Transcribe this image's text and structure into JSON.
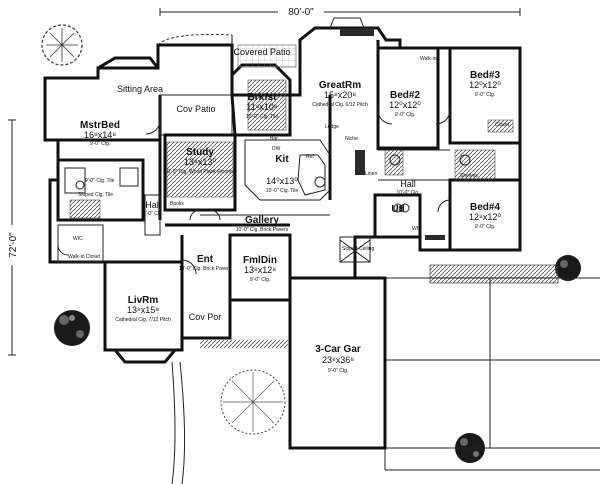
{
  "dimensions": {
    "width": "80'-0\"",
    "depth": "72'-0\""
  },
  "rooms": {
    "mstrbed": {
      "name": "MstrBed",
      "size": "16⁸x14⁸",
      "ceiling": "9'-0\" Clg."
    },
    "sitting": {
      "name": "Sitting Area"
    },
    "cov_patio": {
      "name": "Cov Patio"
    },
    "covered_patio": {
      "name": "Covered Patio"
    },
    "brkfst": {
      "name": "Brkfst",
      "size": "11⁸x10⁸",
      "ceiling": "10'-0\" Clg. Tile"
    },
    "greatrm": {
      "name": "GreatRm",
      "size": "15⁸x20⁸",
      "ceiling": "Cathedral Clg. 6/12 Pitch"
    },
    "bed2": {
      "name": "Bed#2",
      "size": "12⁰x12⁰",
      "ceiling": "9'-0\" Clg."
    },
    "bed3": {
      "name": "Bed#3",
      "size": "12⁰x12⁰",
      "ceiling": "9'-0\" Clg."
    },
    "bed4": {
      "name": "Bed#4",
      "size": "12⁸x12⁰",
      "ceiling": "9'-0\" Clg."
    },
    "study": {
      "name": "Study",
      "size": "13⁸x13⁰",
      "ceiling": "10'-0\" Clg. Wood Plank Flooring"
    },
    "kit": {
      "name": "Kit",
      "size": "14⁰x13⁰",
      "ceiling": "10'-0\" Clg. Tile"
    },
    "gallery": {
      "name": "Gallery",
      "note": "10'-0\" Clg. Brick Pavers"
    },
    "hall_left": {
      "name": "Hall",
      "ceiling": "9'-0\" Clg."
    },
    "hall_right": {
      "name": "Hall",
      "ceiling": "10'-0\" Clg."
    },
    "utl": {
      "name": "Utl"
    },
    "fmldin": {
      "name": "FmlDin",
      "size": "13⁸x12⁸",
      "ceiling": "9'-0\" Clg."
    },
    "ent": {
      "name": "Ent",
      "ceiling": "13'-0\" Clg. Brick Pavers"
    },
    "livrm": {
      "name": "LivRm",
      "size": "13⁸x15⁸",
      "ceiling": "Cathedral Clg. 7/12 Pitch"
    },
    "cov_por": {
      "name": "Cov Por"
    },
    "garage": {
      "name": "3-Car Gar",
      "size": "23⁸x36⁸",
      "ceiling": "9'-0\" Clg."
    }
  },
  "small_labels": {
    "ledge": "Ledge",
    "niche": "Niche",
    "walkin_closet": "Walk-in Closet",
    "walkin": "Walk-in",
    "closet": "Closet",
    "wic": "WIC",
    "linen": "Linen",
    "books": "Books",
    "sloped_ceiling": "Sloped Ceiling",
    "bar": "Bar",
    "ref": "Ref",
    "dw": "DW",
    "shelves": "Shelves",
    "sloped_clg_tile": "Sloped Clg. Tile",
    "bath_clg": "9'-0\" Clg. Tile",
    "wh": "WH"
  },
  "colors": {
    "ink": "#111111",
    "paper": "#ffffff",
    "hatch": "#555555"
  }
}
